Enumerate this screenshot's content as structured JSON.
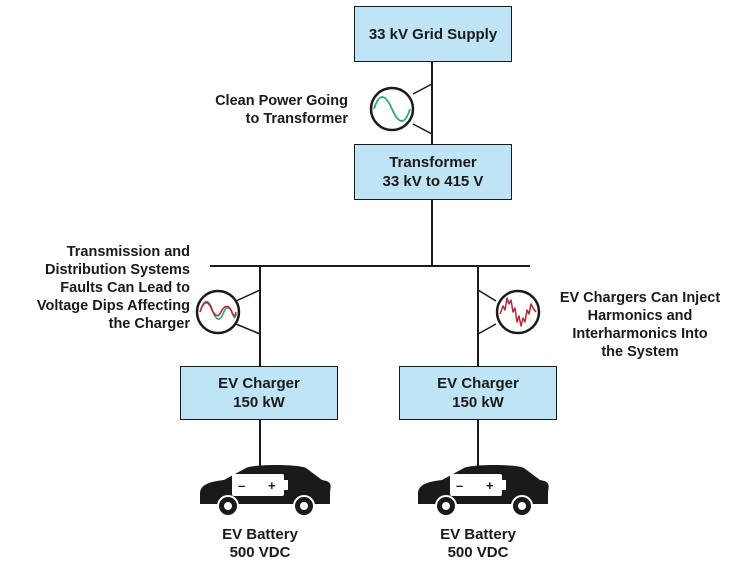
{
  "grid_supply": {
    "line1": "33 kV Grid Supply"
  },
  "transformer": {
    "line1": "Transformer",
    "line2": "33 kV to 415 V"
  },
  "clean_power_label": {
    "line1": "Clean Power Going",
    "line2": "to Transformer"
  },
  "faults_label": {
    "line1": "Transmission and",
    "line2": "Distribution Systems",
    "line3": "Faults Can Lead to",
    "line4": "Voltage Dips Affecting",
    "line5": "the Charger"
  },
  "harmonics_label": {
    "line1": "EV Chargers Can Inject",
    "line2": "Harmonics and",
    "line3": "Interharmonics Into",
    "line4": "the System"
  },
  "charger_left": {
    "line1": "EV Charger",
    "line2": "150 kW"
  },
  "charger_right": {
    "line1": "EV Charger",
    "line2": "150 kW"
  },
  "battery_left": {
    "line1": "EV Battery",
    "line2": "500 VDC"
  },
  "battery_right": {
    "line1": "EV Battery",
    "line2": "500 VDC"
  },
  "colors": {
    "box_fill": "#bfe4f6",
    "clean_wave": "#2aa876",
    "dip_wave_green": "#2aa876",
    "dip_wave_red": "#b02a3a",
    "harmonic_wave": "#b02a3a",
    "car": "#1a1a1a"
  },
  "icons": {
    "car": "car-icon",
    "battery": "battery-icon",
    "waveform_clean": "sine-wave-icon",
    "waveform_dip": "voltage-dip-wave-icon",
    "waveform_harmonic": "harmonic-wave-icon"
  }
}
